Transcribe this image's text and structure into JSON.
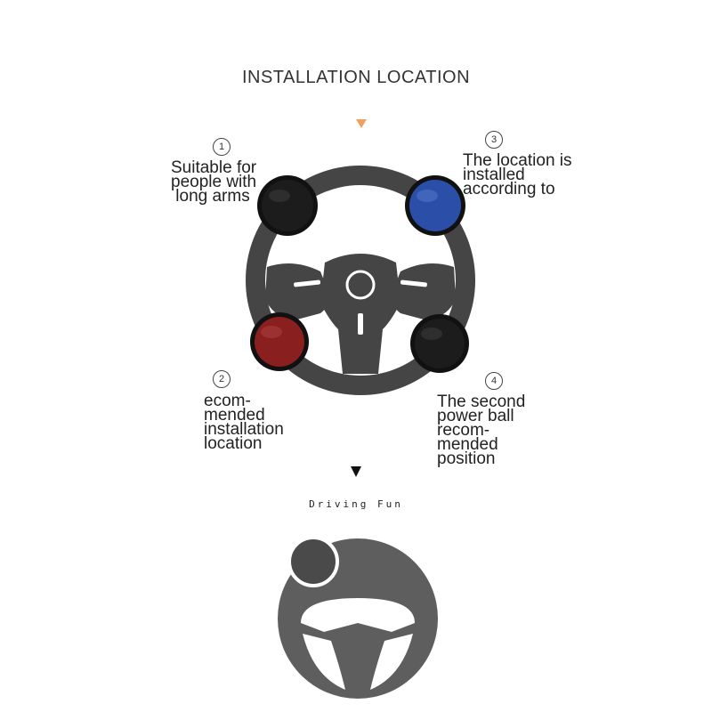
{
  "title": "INSTALLATION LOCATION",
  "tagline": "Driving Fun",
  "locations": [
    {
      "number": "1",
      "text": "Suitable for\npeople with\n long arms",
      "ball_color": "#1c1c1c"
    },
    {
      "number": "2",
      "text": "ecom-\nmended\ninstallation\nlocation",
      "ball_color": "#8a1f1f"
    },
    {
      "number": "3",
      "text": "The location is\ninstalled\naccording to",
      "ball_color": "#2b4fa8"
    },
    {
      "number": "4",
      "text": "The second\npower ball\nrecom-\nmended\nposition",
      "ball_color": "#1c1c1c"
    }
  ],
  "colors": {
    "wheel": "#454545",
    "arrow_accent": "#f0a060",
    "icon_wheel": "#5e5e5e",
    "icon_knob": "#4a4a4a"
  }
}
